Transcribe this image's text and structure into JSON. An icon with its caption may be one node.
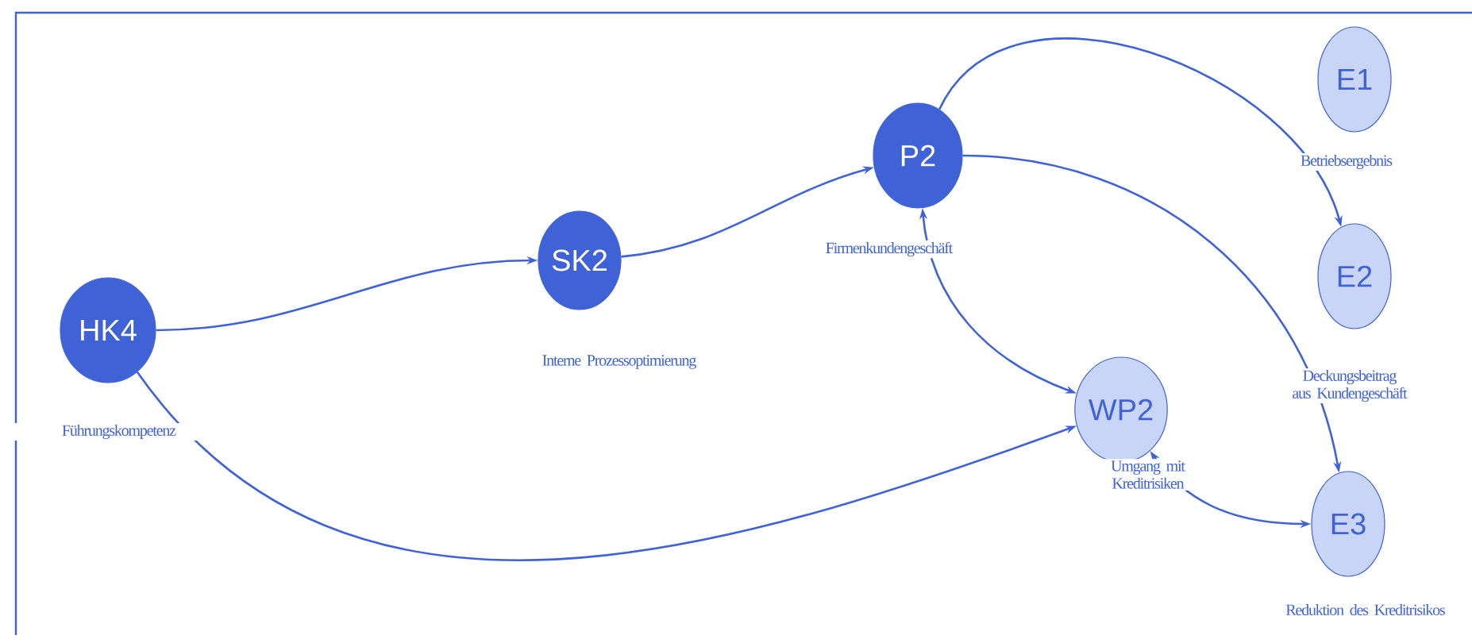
{
  "diagram": {
    "nodes": [
      {
        "text": [
          "HK4"
        ],
        "beside": [
          "Führungskompetenz"
        ]
      },
      {
        "text": [
          "SK2"
        ],
        "beside": [
          "Interne Prozessoptimierung"
        ]
      },
      {
        "text": [
          "P2"
        ],
        "beside": [
          "Firmenkundengeschäft"
        ]
      },
      {
        "text": [
          "E1"
        ],
        "beside": [
          "Betriebsergebnis"
        ]
      },
      {
        "text": [
          "E2"
        ],
        "beside": [
          "Deckungsbeitrag aus Kundengeschäft"
        ]
      },
      {
        "text": [
          "WP2"
        ],
        "beside": [
          "Umgang mit Kreditrisiken"
        ]
      },
      {
        "text": [
          "E3"
        ],
        "beside": [
          "Reduktion des Kreditrisikos"
        ]
      }
    ],
    "edges": [
      {
        "from": 0,
        "to": 1,
        "arrow": "to"
      },
      {
        "from": 0,
        "to": 5,
        "arrow": "to"
      },
      {
        "from": 1,
        "to": 2,
        "arrow": "to"
      },
      {
        "from": 2,
        "to": 4,
        "arrow": "to"
      },
      {
        "from": 2,
        "to": 6,
        "arrow": "to"
      },
      {
        "from": 5,
        "to": 2,
        "arrow": "both"
      },
      {
        "from": 5,
        "to": 6,
        "arrow": "both"
      }
    ]
  }
}
